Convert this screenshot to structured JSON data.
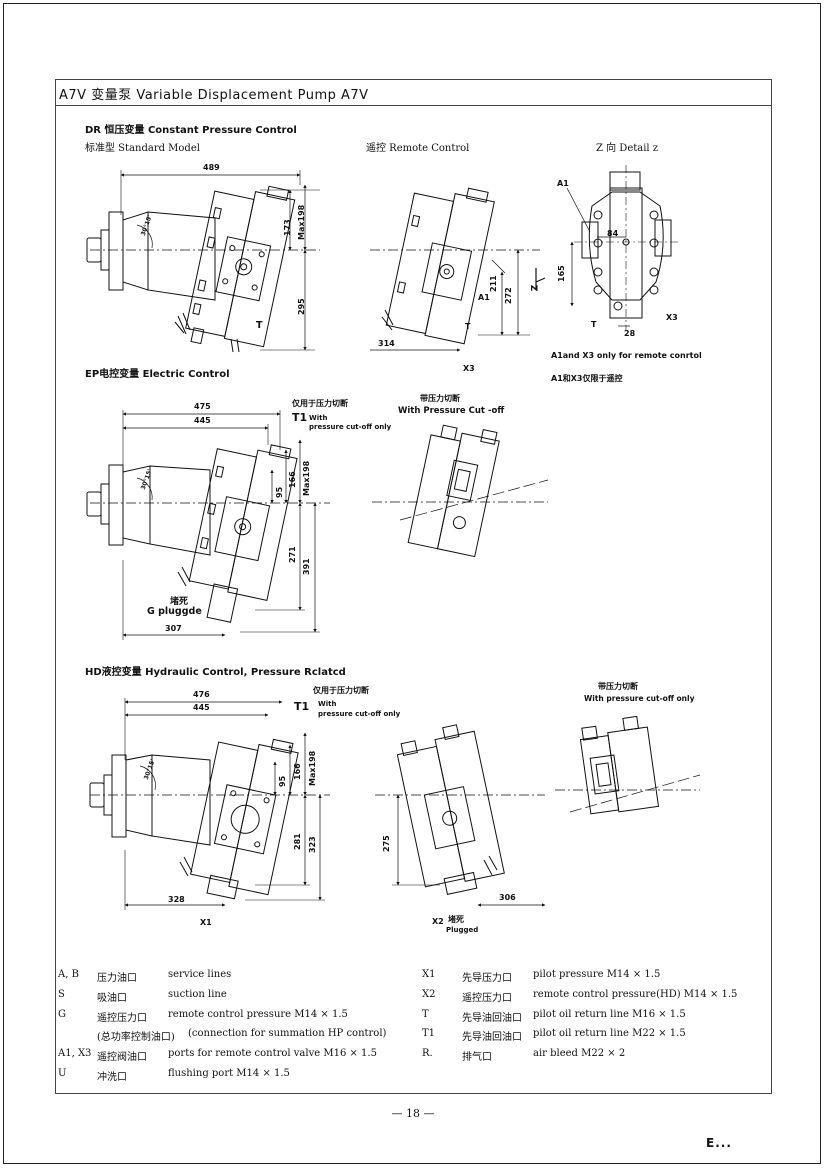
{
  "header": {
    "title": "A7V 变量泵 Variable Displacement Pump A7V"
  },
  "sections": {
    "dr": {
      "heading": "DR 恒压变量 Constant Pressure Control",
      "standard_label": "标准型 Standard Model",
      "remote_label": "遥控 Remote Control",
      "detail_label": "Z 向 Detail z",
      "dims": {
        "d489": "489",
        "d173": "173",
        "max198": "Max198",
        "d295": "295",
        "d30": "30°15'",
        "d211": "211",
        "d272": "272",
        "d314": "314",
        "d165": "165",
        "d84": "84",
        "d28": "28"
      },
      "ports": {
        "t": "T",
        "a1": "A1",
        "x3": "X3",
        "z": "Z"
      },
      "note_en": "A1and X3 only for remote conrtol",
      "note_cn": "A1和X3仅限于遥控"
    },
    "ep": {
      "heading": "EP电控变量    Electric   Control",
      "cutoff_cn": "仅用于压力切断",
      "t1": "T1",
      "cutoff_en_1": "With",
      "cutoff_en_2": "pressure cut-off only",
      "with_cutoff_cn": "带压力切断",
      "with_cutoff_en": "With Pressure Cut -off",
      "plugged_cn": "堵死",
      "plugged_en": "G  pluggde",
      "dims": {
        "d475": "475",
        "d445": "445",
        "d166": "166",
        "max198": "Max198",
        "d95": "95",
        "d271": "271",
        "d391": "391",
        "d307": "307",
        "d30": "30°15'"
      }
    },
    "hd": {
      "heading": "HD液控变量   Hydraulic Control, Pressure Rclatcd",
      "cutoff_cn": "仅用于压力切断",
      "t1": "T1",
      "cutoff_en_1": "With",
      "cutoff_en_2": "pressure cut-off only",
      "with_cutoff_cn": "带压力切断",
      "with_cutoff_en": "With pressure cut-off only",
      "x1": "X1",
      "x2": "X2",
      "plugged_cn": "堵死",
      "plugged_en": "Plugged",
      "dims": {
        "d476": "476",
        "d445": "445",
        "d166": "166",
        "max198": "Max198",
        "d95": "95",
        "d281": "281",
        "d323": "323",
        "d328": "328",
        "d275": "275",
        "d306": "306",
        "d30": "30°15'"
      }
    }
  },
  "legend_left": [
    {
      "code": "A, B",
      "cn": "压力油口",
      "en": "service lines"
    },
    {
      "code": "S",
      "cn": "吸油口",
      "en": "suction line"
    },
    {
      "code": "G",
      "cn": "遥控压力口",
      "en": "remote control pressure M14 × 1.5"
    },
    {
      "code": "",
      "cn": "(总功率控制油口)",
      "en": "(connection for summation HP control)"
    },
    {
      "code": "A1, X3",
      "cn": "遥控阀油口",
      "en": "ports for remote control valve M16 × 1.5"
    },
    {
      "code": "U",
      "cn": "冲洗口",
      "en": "flushing port M14 × 1.5"
    }
  ],
  "legend_right": [
    {
      "code": "X1",
      "cn": "先导压力口",
      "en": "pilot pressure M14 × 1.5"
    },
    {
      "code": "X2",
      "cn": "遥控压力口",
      "en": "remote control pressure(HD) M14 × 1.5"
    },
    {
      "code": "T",
      "cn": "先导油回油口",
      "en": "pilot oil return line M16 × 1.5"
    },
    {
      "code": "T1",
      "cn": "先导油回油口",
      "en": "pilot oil return line M22 × 1.5"
    },
    {
      "code": "R.",
      "cn": "排气口",
      "en": "air bleed M22 × 2"
    }
  ],
  "footer": {
    "page": "— 18 —",
    "corner": "E..."
  }
}
